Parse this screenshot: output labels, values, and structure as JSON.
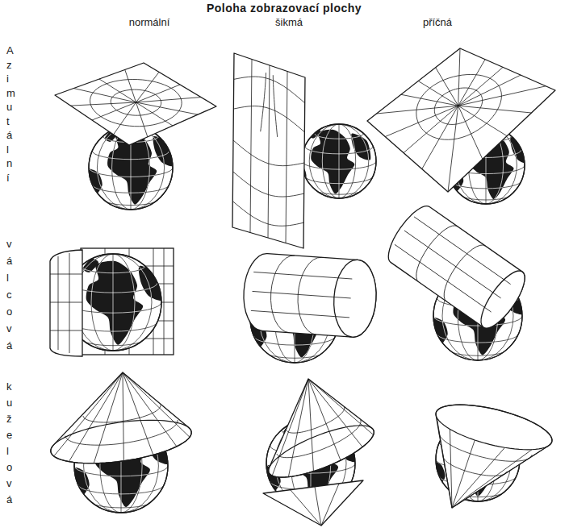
{
  "diagram": {
    "title": "Poloha zobrazovací plochy",
    "labels": [
      "normální",
      "šikmá",
      "příčná",
      "Azimutální",
      "válcová",
      "kuželová"
    ]
  }
}
